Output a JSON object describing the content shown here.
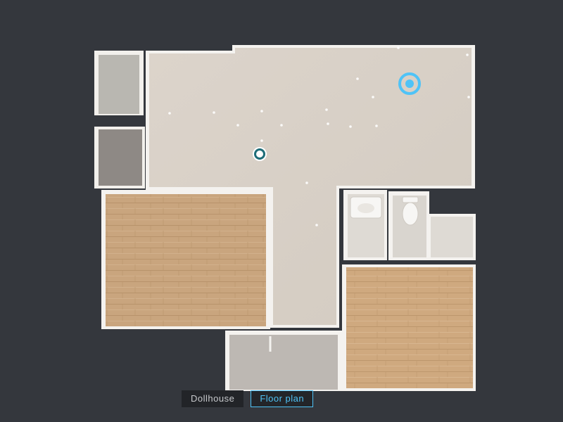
{
  "view_switch": {
    "dollhouse_label": "Dollhouse",
    "floorplan_label": "Floor plan",
    "active": "Floor plan"
  },
  "icons": {
    "current_position": "location-ring-icon",
    "sweep_point": "sweep-marker-icon",
    "ceiling_light": "light-dot-icon"
  },
  "colors": {
    "background": "#34373d",
    "accent": "#4fc3f7",
    "floor_tile": "#d9d1c8",
    "floor_wood": "#c9a47c",
    "wall": "#f4f2ef"
  }
}
